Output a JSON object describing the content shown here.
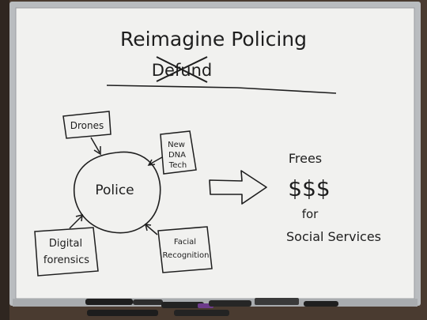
{
  "whiteboard": {
    "title": "Reimagine Policing",
    "crossed_word": "Defund",
    "center_node": "Police",
    "inputs": {
      "drones": "Drones",
      "dna_tech": [
        "New",
        "DNA",
        "Tech"
      ],
      "digital_forensics": [
        "Digital",
        "forensics"
      ],
      "facial_recognition": [
        "Facial",
        "Recognition"
      ]
    },
    "outcome": {
      "line1": "Frees",
      "line2": "$$$",
      "line3": "for",
      "line4": "Social Services"
    }
  },
  "colors": {
    "board": "#f1f1ef",
    "frame": "#b9bcbf",
    "ink": "#1e1e1e",
    "wall": "#4a3b30"
  }
}
